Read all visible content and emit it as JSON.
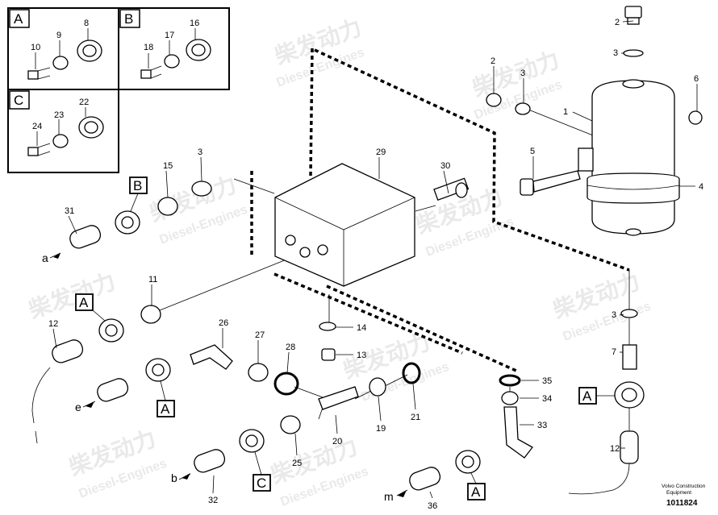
{
  "watermark": {
    "cn": "柴发动力",
    "en": "Diesel-Engines"
  },
  "detail_boxes": [
    {
      "letter": "A",
      "items": [
        "10",
        "9",
        "8"
      ]
    },
    {
      "letter": "B",
      "items": [
        "18",
        "17",
        "16"
      ]
    },
    {
      "letter": "C",
      "items": [
        "24",
        "23",
        "22"
      ]
    }
  ],
  "callouts": [
    "B",
    "A",
    "A",
    "C",
    "A",
    "A"
  ],
  "parts": [
    "1",
    "2",
    "3",
    "4",
    "5",
    "6",
    "7",
    "11",
    "12",
    "13",
    "14",
    "15",
    "19",
    "20",
    "21",
    "25",
    "26",
    "27",
    "28",
    "29",
    "30",
    "31",
    "32",
    "33",
    "34",
    "35",
    "36"
  ],
  "duplicate_labels": {
    "p2b": "2",
    "p3b": "3",
    "p3c": "3",
    "p3d": "3",
    "p12b": "12"
  },
  "line_ends": [
    "a",
    "e",
    "b",
    "m"
  ],
  "footer": {
    "brand_line1": "Volvo Construction",
    "brand_line2": "Equipment",
    "drawing_no": "1011824"
  }
}
